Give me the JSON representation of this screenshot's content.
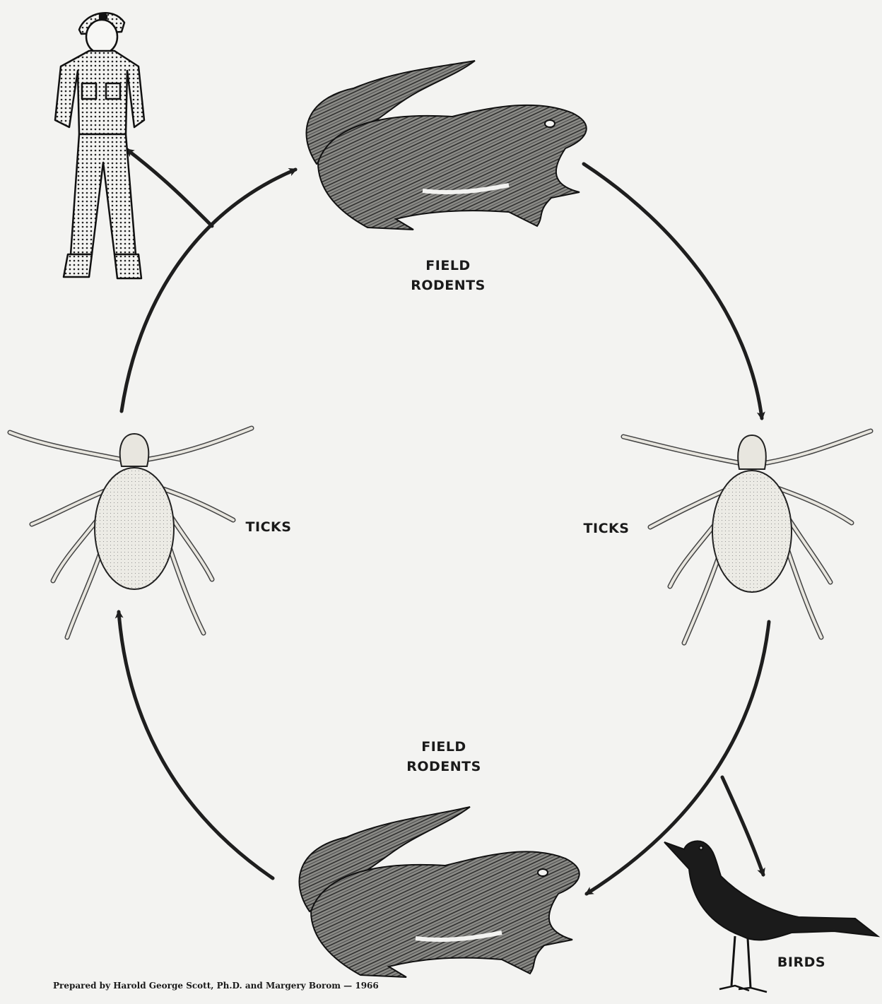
{
  "labels": {
    "rodents_top_line1": "FIELD",
    "rodents_top_line2": "RODENTS",
    "ticks_left": "TICKS",
    "ticks_right": "TICKS",
    "rodents_bottom_line1": "FIELD",
    "rodents_bottom_line2": "RODENTS",
    "birds": "BIRDS"
  },
  "credit": "Prepared by Harold George Scott, Ph.D. and Margery Borom — 1966",
  "colors": {
    "ink": "#1e1e1e",
    "paper": "#f3f3f1",
    "tick_body": "#e8e6df"
  }
}
